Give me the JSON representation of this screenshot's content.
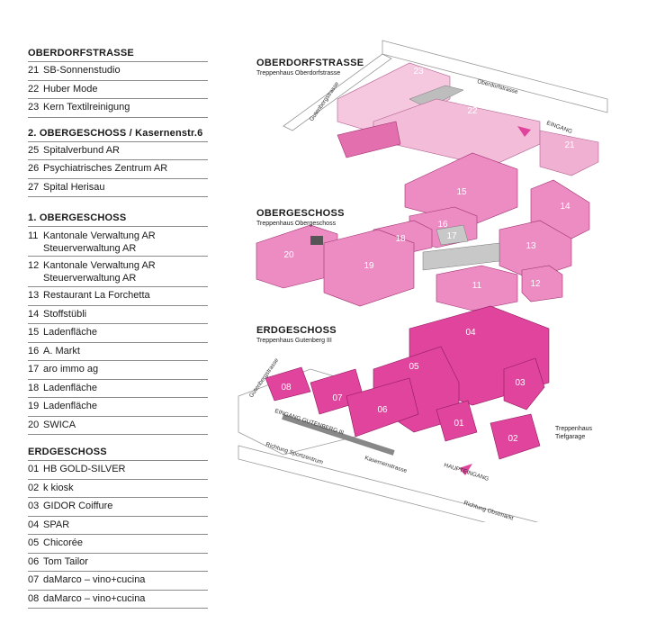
{
  "legend": {
    "sections": [
      {
        "title": "OBERDORFSTRASSE",
        "items": [
          {
            "num": "21",
            "name": "SB-Sonnenstudio"
          },
          {
            "num": "22",
            "name": "Huber Mode"
          },
          {
            "num": "23",
            "name": "Kern Textilreinigung"
          }
        ]
      },
      {
        "title": "2. OBERGESCHOSS / Kasernenstr.6",
        "items": [
          {
            "num": "25",
            "name": "Spitalverbund AR"
          },
          {
            "num": "26",
            "name": "Psychiatrisches Zentrum AR"
          },
          {
            "num": "27",
            "name": "Spital Herisau"
          }
        ]
      },
      {
        "title": "1. OBERGESCHOSS",
        "items": [
          {
            "num": "11",
            "name": "Kantonale Verwaltung AR\nSteuerverwaltung AR"
          },
          {
            "num": "12",
            "name": "Kantonale Verwaltung AR\nSteuerverwaltung AR"
          },
          {
            "num": "13",
            "name": "Restaurant La Forchetta"
          },
          {
            "num": "14",
            "name": "Stoffstübli"
          },
          {
            "num": "15",
            "name": "Ladenfläche"
          },
          {
            "num": "16",
            "name": "A. Markt"
          },
          {
            "num": "17",
            "name": "aro immo ag"
          },
          {
            "num": "18",
            "name": "Ladenfläche"
          },
          {
            "num": "19",
            "name": "Ladenfläche"
          },
          {
            "num": "20",
            "name": "SWICA"
          }
        ]
      },
      {
        "title": "ERDGESCHOSS",
        "items": [
          {
            "num": "01",
            "name": "HB GOLD-SILVER"
          },
          {
            "num": "02",
            "name": "k kiosk"
          },
          {
            "num": "03",
            "name": "GIDOR Coiffure"
          },
          {
            "num": "04",
            "name": "SPAR"
          },
          {
            "num": "05",
            "name": "Chicorée"
          },
          {
            "num": "06",
            "name": "Tom Tailor"
          },
          {
            "num": "07",
            "name": "daMarco – vino+cucina"
          },
          {
            "num": "08",
            "name": "daMarco – vino+cucina"
          }
        ]
      }
    ]
  },
  "map": {
    "levels": {
      "oberdorf": {
        "title": "OBERDORFSTRASSE",
        "sub": "Treppenhaus Oberdorfstrasse"
      },
      "ober": {
        "title": "OBERGESCHOSS",
        "sub": "Treppenhaus Obergeschoss"
      },
      "erd": {
        "title": "ERDGESCHOSS",
        "sub": "Treppenhaus Gutenberg III"
      }
    },
    "streets": {
      "gutenberg_top": "Gutenbergstrasse",
      "oberdorf": "Oberdorfstrasse",
      "gutenberg_bottom": "Gutenbergstrasse",
      "kasernen": "Kasernenstrasse",
      "sportzentrum": "Richtung Sportzentrum",
      "obstmarkt": "Richtung Obstmarkt"
    },
    "labels": {
      "eingang": "EINGANG",
      "eingang_gutenberg": "EINGANG GUTENBERG III",
      "haupteingang": "HAUPTEINGANG",
      "tiefgarage": "Treppenhaus\nTiefgarage"
    },
    "units": [
      "23",
      "22",
      "21",
      "15",
      "14",
      "16",
      "17",
      "18",
      "20",
      "19",
      "13",
      "11",
      "12",
      "04",
      "05",
      "03",
      "08",
      "07",
      "06",
      "01",
      "02"
    ],
    "colors": {
      "light": "#f0b8d6",
      "mid": "#ec8cc2",
      "strong": "#e0449c",
      "gray": "#c8c8c8"
    }
  }
}
